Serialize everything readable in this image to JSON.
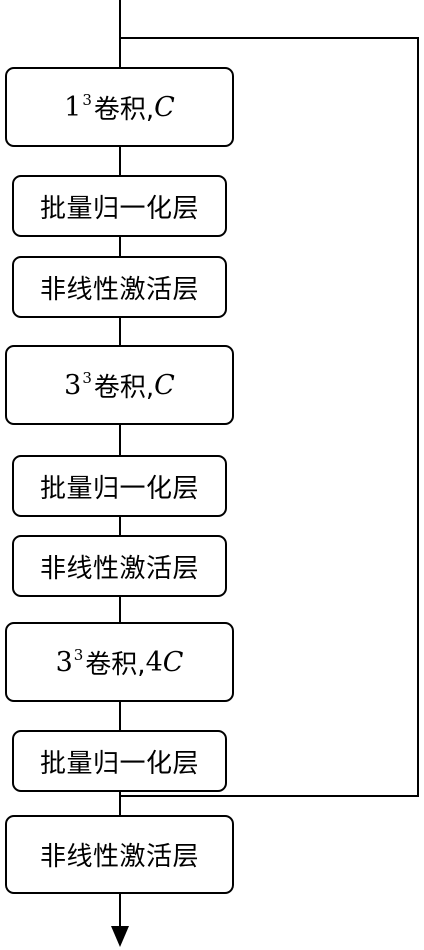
{
  "blocks": [
    {
      "base": "1",
      "exp": "3",
      "label": "卷积,",
      "channels": "C"
    },
    {
      "text": "批量归一化层"
    },
    {
      "text": "非线性激活层"
    },
    {
      "base": "3",
      "exp": "3",
      "label": "卷积,",
      "channels": "C"
    },
    {
      "text": "批量归一化层"
    },
    {
      "text": "非线性激活层"
    },
    {
      "base": "3",
      "exp": "3",
      "label": "卷积,",
      "channels_prefix": "4",
      "channels": "C"
    },
    {
      "text": "批量归一化层"
    },
    {
      "text": "非线性激活层"
    }
  ]
}
